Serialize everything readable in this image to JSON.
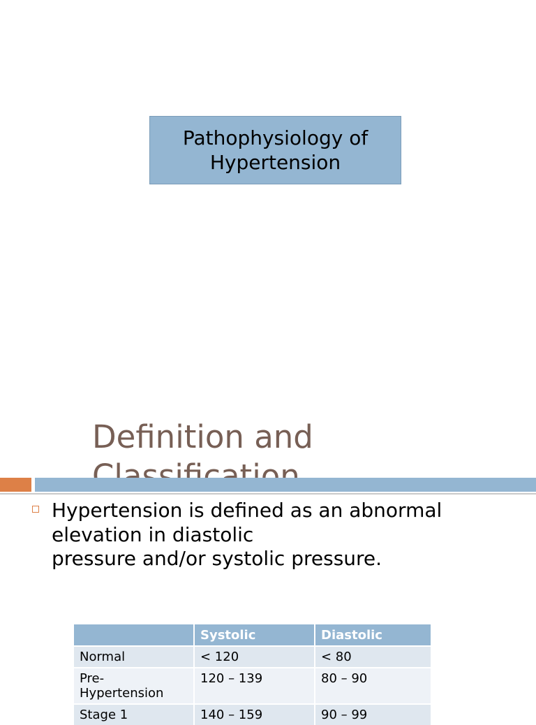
{
  "title_box": {
    "text": "Pathophysiology of Hypertension"
  },
  "section": {
    "heading": "Definition and Classification"
  },
  "bullet": {
    "text": "Hypertension is defined as an abnormal elevation in diastolic\npressure and/or systolic pressure."
  },
  "table": {
    "headers": [
      "",
      "Systolic",
      "Diastolic"
    ],
    "rows": [
      [
        "Normal",
        "< 120",
        "< 80"
      ],
      [
        "Pre-Hypertension",
        "120 – 139",
        "80 – 90"
      ],
      [
        "Stage 1",
        "140 – 159",
        "90 – 99"
      ]
    ]
  },
  "colors": {
    "accent_blue": "#94b6d2",
    "accent_orange": "#dd8047",
    "heading_brown": "#775f55"
  }
}
